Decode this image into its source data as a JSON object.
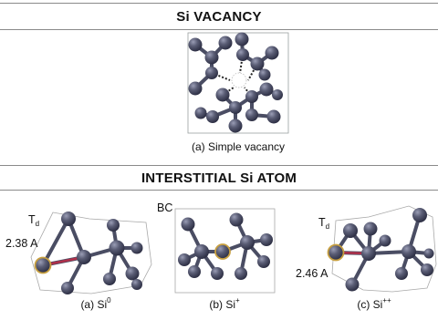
{
  "section_vacancy": {
    "title": "Si    VACANCY",
    "caption": "(a) Simple vacancy"
  },
  "section_interstitial": {
    "title": "INTERSTITIAL  Si  ATOM",
    "panel_a": {
      "caption_main": "(a) Si",
      "caption_sup": "0",
      "site_main": "T",
      "site_sub": "d",
      "distance": "2.38 A"
    },
    "panel_b": {
      "caption_main": "(b) Si",
      "caption_sup": "+",
      "site": "BC"
    },
    "panel_c": {
      "caption_main": "(c) Si",
      "caption_sup": "++",
      "site_main": "T",
      "site_sub": "d",
      "distance": "2.46 A"
    }
  },
  "colors": {
    "atom": "#4a4d63",
    "bond": "#4a4d63",
    "highlight_ring": "#c8a040",
    "red_bond": "#b0304a",
    "rule": "#8a8a8a"
  }
}
